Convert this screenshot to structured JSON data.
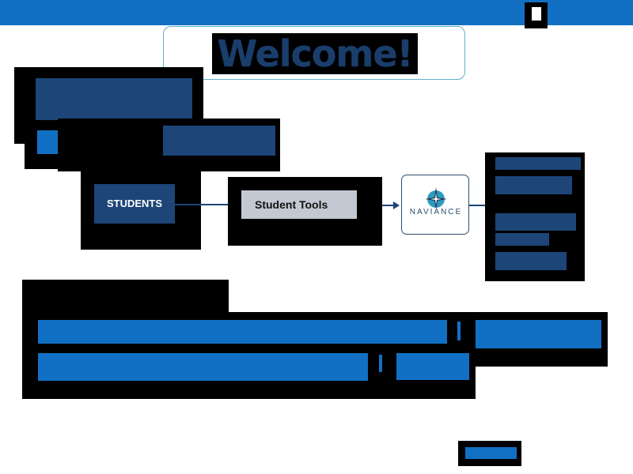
{
  "header": {
    "welcome": "Welcome!"
  },
  "flow": {
    "students_label": "STUDENTS",
    "student_tools_label": "Student Tools",
    "naviance_label": "NAVIANCE"
  },
  "colors": {
    "brand_blue": "#1270c4",
    "navy": "#1d4577",
    "tools_gray": "#c3c9d2"
  },
  "icons": {
    "close": "close-icon",
    "naviance": "compass-star-icon"
  }
}
